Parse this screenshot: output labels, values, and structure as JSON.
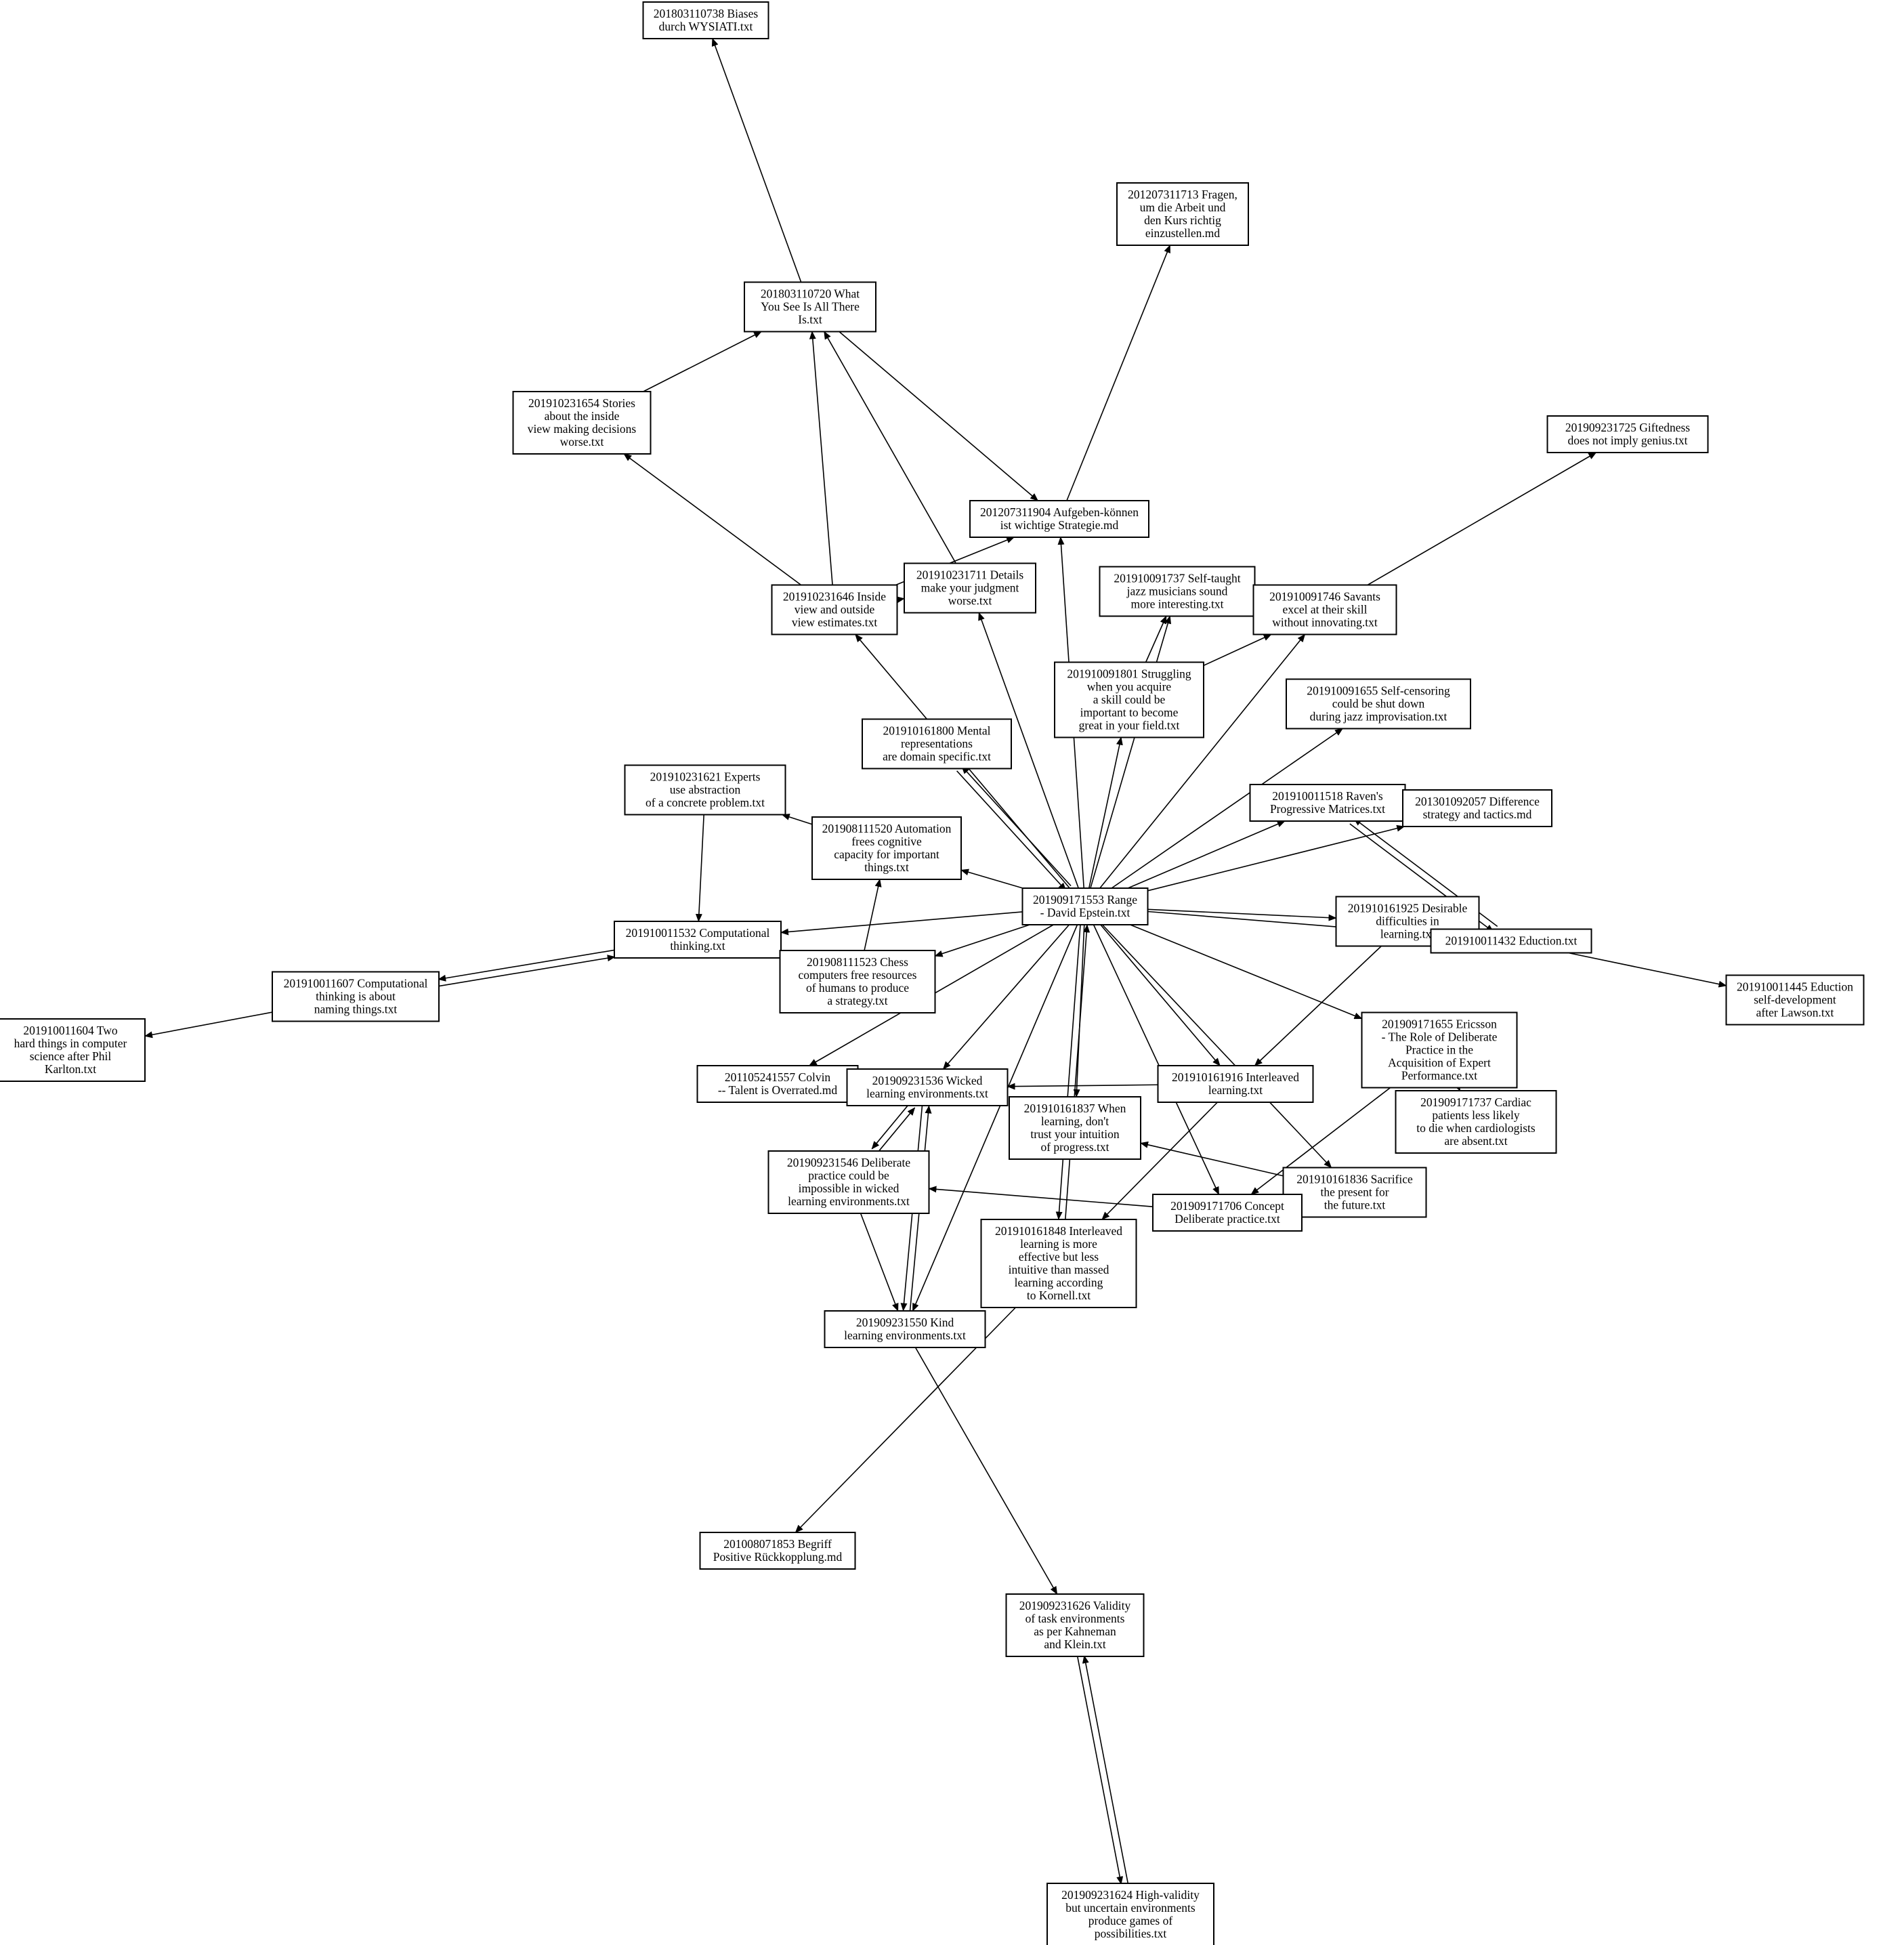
{
  "nodes": [
    {
      "id": "range",
      "lines": [
        "201909171553 Range",
        "- David Epstein.txt"
      ]
    },
    {
      "id": "biases",
      "lines": [
        "201803110738 Biases",
        "durch WYSIATI.txt"
      ]
    },
    {
      "id": "wysiati",
      "lines": [
        "201803110720 What",
        "You See Is All There",
        "Is.txt"
      ]
    },
    {
      "id": "fragen",
      "lines": [
        "201207311713 Fragen,",
        "um die Arbeit und",
        "den Kurs richtig",
        "einzustellen.md"
      ]
    },
    {
      "id": "stories",
      "lines": [
        "201910231654 Stories",
        "about the inside",
        "view making decisions",
        "worse.txt"
      ]
    },
    {
      "id": "aufgeben",
      "lines": [
        "201207311904 Aufgeben-können",
        "ist wichtige Strategie.md"
      ]
    },
    {
      "id": "giftedness",
      "lines": [
        "201909231725 Giftedness",
        "does not imply genius.txt"
      ]
    },
    {
      "id": "inside",
      "lines": [
        "201910231646 Inside",
        "view and outside",
        "view estimates.txt"
      ]
    },
    {
      "id": "details",
      "lines": [
        "201910231711 Details",
        "make your judgment",
        "worse.txt"
      ]
    },
    {
      "id": "selftaught",
      "lines": [
        "201910091737 Self-taught",
        "jazz musicians sound",
        "more interesting.txt"
      ]
    },
    {
      "id": "savants",
      "lines": [
        "201910091746 Savants",
        "excel at their skill",
        "without innovating.txt"
      ]
    },
    {
      "id": "struggling",
      "lines": [
        "201910091801 Struggling",
        "when you acquire",
        "a skill could be",
        "important to become",
        "great in your field.txt"
      ]
    },
    {
      "id": "selfcensoring",
      "lines": [
        "201910091655 Self-censoring",
        "could be shut down",
        "during jazz improvisation.txt"
      ]
    },
    {
      "id": "mental",
      "lines": [
        "201910161800 Mental",
        "representations",
        "are domain specific.txt"
      ]
    },
    {
      "id": "experts",
      "lines": [
        "201910231621 Experts",
        "use abstraction",
        "of a concrete problem.txt"
      ]
    },
    {
      "id": "ravens",
      "lines": [
        "201910011518 Raven's",
        "Progressive Matrices.txt"
      ]
    },
    {
      "id": "difference",
      "lines": [
        "201301092057 Difference",
        "strategy and tactics.md"
      ]
    },
    {
      "id": "automation",
      "lines": [
        "201908111520 Automation",
        "frees cognitive",
        "capacity for important",
        "things.txt"
      ]
    },
    {
      "id": "desirable",
      "lines": [
        "201910161925 Desirable",
        "difficulties in",
        "learning.txt"
      ]
    },
    {
      "id": "eduction",
      "lines": [
        "201910011432 Eduction.txt"
      ]
    },
    {
      "id": "comp",
      "lines": [
        "201910011532 Computational",
        "thinking.txt"
      ]
    },
    {
      "id": "chess",
      "lines": [
        "201908111523 Chess",
        "computers free resources",
        "of humans to produce",
        "a strategy.txt"
      ]
    },
    {
      "id": "compnaming",
      "lines": [
        "201910011607 Computational",
        "thinking is about",
        "naming things.txt"
      ]
    },
    {
      "id": "eduction2",
      "lines": [
        "201910011445 Eduction",
        "self-development",
        "after Lawson.txt"
      ]
    },
    {
      "id": "twohard",
      "lines": [
        "201910011604 Two",
        "hard things in computer",
        "science after Phil",
        "Karlton.txt"
      ]
    },
    {
      "id": "ericsson",
      "lines": [
        "201909171655 Ericsson",
        "- The Role of Deliberate",
        "Practice in the",
        "Acquisition of Expert",
        "Performance.txt"
      ]
    },
    {
      "id": "colvin",
      "lines": [
        "201105241557 Colvin",
        "-- Talent is Overrated.md"
      ]
    },
    {
      "id": "wicked",
      "lines": [
        "201909231536 Wicked",
        "learning environments.txt"
      ]
    },
    {
      "id": "interleaved",
      "lines": [
        "201910161916 Interleaved",
        "learning.txt"
      ]
    },
    {
      "id": "cardiac",
      "lines": [
        "201909171737 Cardiac",
        "patients less likely",
        "to die when cardiologists",
        "are absent.txt"
      ]
    },
    {
      "id": "when",
      "lines": [
        "201910161837 When",
        "learning, don't",
        "trust your intuition",
        "of progress.txt"
      ]
    },
    {
      "id": "deliberateimp",
      "lines": [
        "201909231546 Deliberate",
        "practice could be",
        "impossible in wicked",
        "learning environments.txt"
      ]
    },
    {
      "id": "sacrifice",
      "lines": [
        "201910161836 Sacrifice",
        "the present for",
        "the future.txt"
      ]
    },
    {
      "id": "concept",
      "lines": [
        "201909171706 Concept",
        "Deliberate practice.txt"
      ]
    },
    {
      "id": "interleaved2",
      "lines": [
        "201910161848 Interleaved",
        "learning is more",
        "effective but less",
        "intuitive than massed",
        "learning according",
        "to Kornell.txt"
      ]
    },
    {
      "id": "kind",
      "lines": [
        "201909231550 Kind",
        "learning environments.txt"
      ]
    },
    {
      "id": "begriff",
      "lines": [
        "201008071853 Begriff",
        "Positive Rückkopplung.md"
      ]
    },
    {
      "id": "validity",
      "lines": [
        "201909231626 Validity",
        "of task environments",
        "as per Kahneman",
        "and Klein.txt"
      ]
    },
    {
      "id": "highvalidity",
      "lines": [
        "201909231624 High-validity",
        "but uncertain environments",
        "produce games of",
        "possibilities.txt"
      ]
    }
  ],
  "edges": [
    [
      "wysiati",
      "biases"
    ],
    [
      "wysiati",
      "aufgeben"
    ],
    [
      "aufgeben",
      "fragen"
    ],
    [
      "stories",
      "wysiati"
    ],
    [
      "inside",
      "stories"
    ],
    [
      "inside",
      "wysiati"
    ],
    [
      "inside",
      "aufgeben"
    ],
    [
      "inside",
      "details"
    ],
    [
      "details",
      "wysiati"
    ],
    [
      "range",
      "inside"
    ],
    [
      "range",
      "details"
    ],
    [
      "range",
      "aufgeben"
    ],
    [
      "range",
      "selftaught"
    ],
    [
      "struggling",
      "selftaught"
    ],
    [
      "struggling",
      "savants"
    ],
    [
      "range",
      "struggling"
    ],
    [
      "range",
      "savants"
    ],
    [
      "savants",
      "giftedness"
    ],
    [
      "range",
      "selfcensoring"
    ],
    [
      "range",
      "mental"
    ],
    [
      "mental",
      "range"
    ],
    [
      "range",
      "ravens"
    ],
    [
      "range",
      "difference"
    ],
    [
      "range",
      "automation"
    ],
    [
      "automation",
      "experts"
    ],
    [
      "experts",
      "comp"
    ],
    [
      "range",
      "comp"
    ],
    [
      "chess",
      "automation"
    ],
    [
      "range",
      "chess"
    ],
    [
      "comp",
      "compnaming"
    ],
    [
      "compnaming",
      "comp"
    ],
    [
      "compnaming",
      "twohard"
    ],
    [
      "range",
      "desirable"
    ],
    [
      "range",
      "eduction"
    ],
    [
      "eduction",
      "ravens"
    ],
    [
      "ravens",
      "eduction"
    ],
    [
      "eduction",
      "eduction2"
    ],
    [
      "range",
      "ericsson"
    ],
    [
      "ericsson",
      "cardiac"
    ],
    [
      "ericsson",
      "concept"
    ],
    [
      "range",
      "colvin"
    ],
    [
      "range",
      "wicked"
    ],
    [
      "range",
      "interleaved"
    ],
    [
      "desirable",
      "interleaved"
    ],
    [
      "interleaved",
      "wicked"
    ],
    [
      "interleaved",
      "interleaved2"
    ],
    [
      "range",
      "when"
    ],
    [
      "sacrifice",
      "when"
    ],
    [
      "range",
      "sacrifice"
    ],
    [
      "range",
      "concept"
    ],
    [
      "concept",
      "deliberateimp"
    ],
    [
      "deliberateimp",
      "wicked"
    ],
    [
      "wicked",
      "deliberateimp"
    ],
    [
      "wicked",
      "kind"
    ],
    [
      "kind",
      "wicked"
    ],
    [
      "deliberateimp",
      "kind"
    ],
    [
      "range",
      "kind"
    ],
    [
      "range",
      "interleaved2"
    ],
    [
      "interleaved2",
      "range"
    ],
    [
      "interleaved2",
      "begriff"
    ],
    [
      "kind",
      "validity"
    ],
    [
      "validity",
      "highvalidity"
    ],
    [
      "highvalidity",
      "validity"
    ]
  ]
}
